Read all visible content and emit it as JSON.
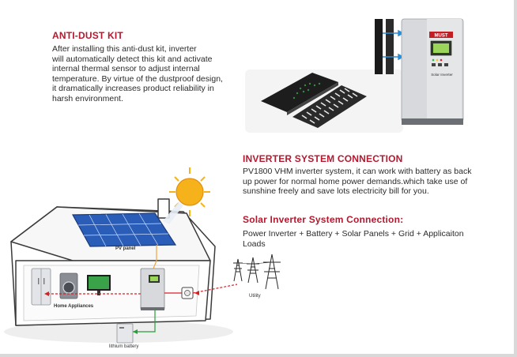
{
  "anti_dust": {
    "title": "ANTI-DUST KIT",
    "body": "After installing this anti-dust kit, inverter\nwill automatically detect this kit and activate\ninternal thermal sensor to adjust internal\ntemperature. By virtue of the dustproof design,\nit dramatically increases product reliability in\nharsh environment."
  },
  "inverter_system": {
    "title": "INVERTER SYSTEM CONNECTION",
    "body": "PV1800 VHM inverter system, it can work with battery as back\nup power for normal home power demands.which take use of\nsunshine freely and save lots electricity bill for you."
  },
  "solar_connection": {
    "title": "Solar Inverter System Connection:",
    "body": "Power Inverter + Battery + Solar Panels + Grid + Applicaiton\nLoads"
  },
  "diagram": {
    "pv_panel": "PV panel",
    "home_appliances": "Home Appliances",
    "utility": "Utility",
    "lithium_battery": "lithium battery",
    "inverter_brand": "MUST",
    "inverter_model": "Solar Inverter"
  },
  "colors": {
    "accent": "#b3192f",
    "panel_blue": "#2a5db8",
    "wire_red": "#d62027",
    "wire_green": "#2a9d3a",
    "wire_orange": "#f2a33a",
    "sun": "#f6b21b"
  }
}
